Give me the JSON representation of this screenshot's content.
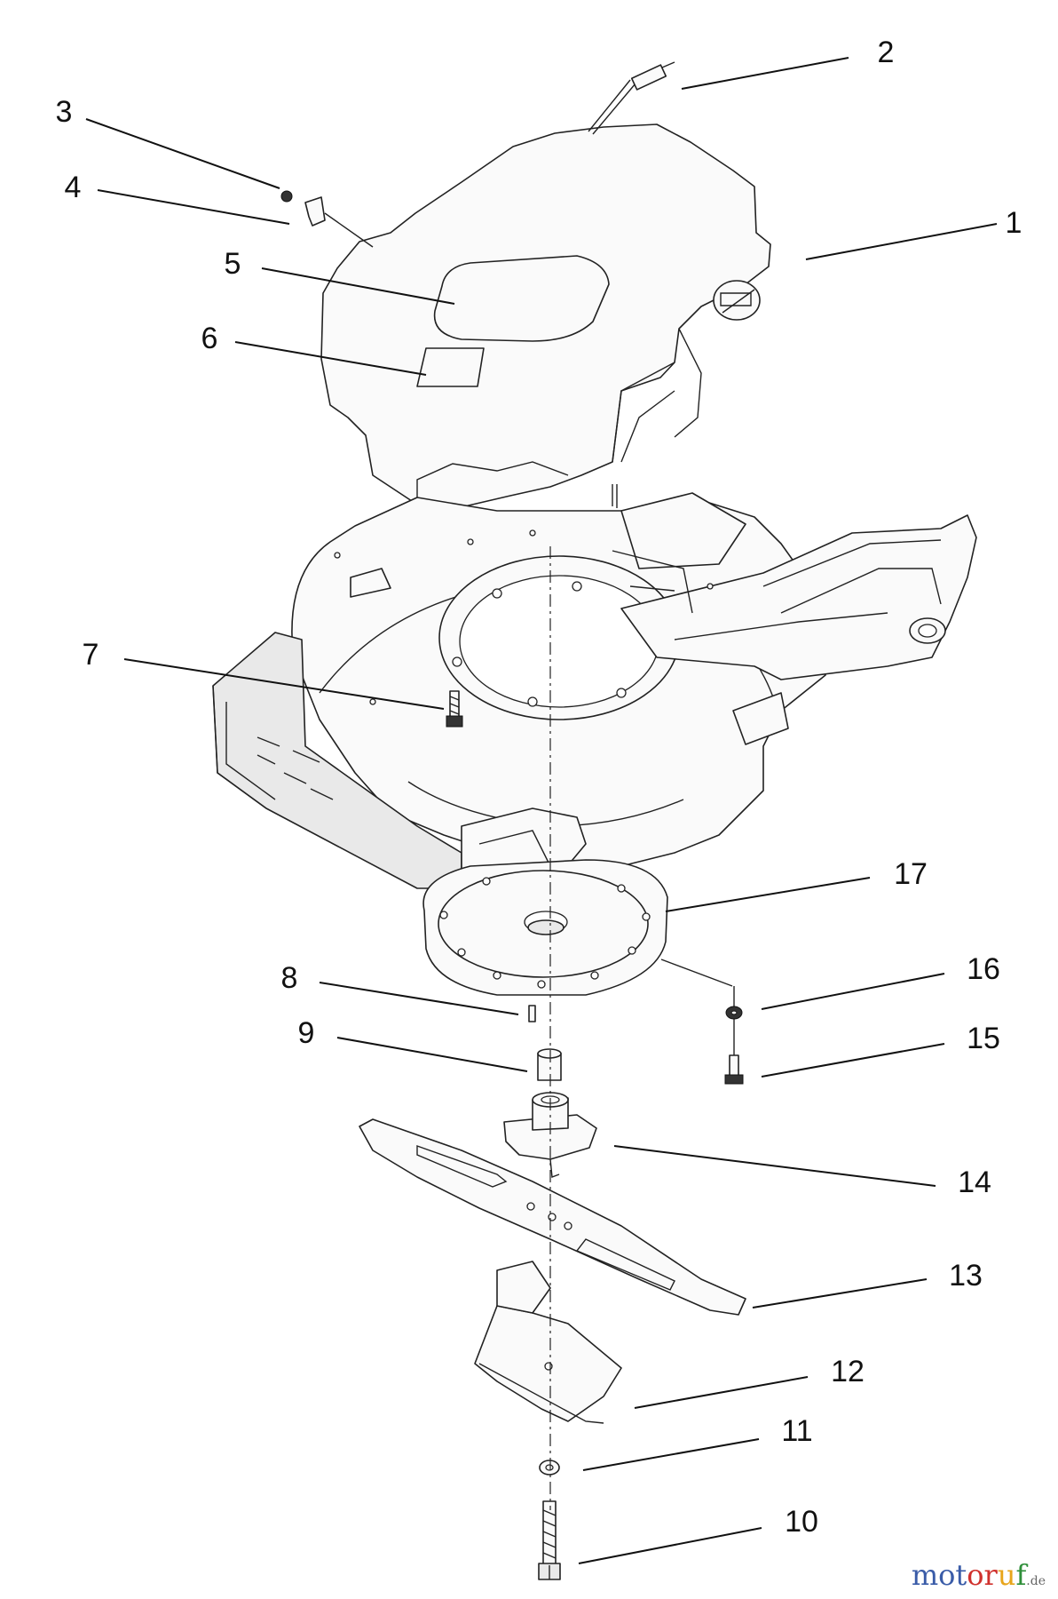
{
  "callouts": [
    {
      "id": "1",
      "text": "1"
    },
    {
      "id": "2",
      "text": "2"
    },
    {
      "id": "3",
      "text": "3"
    },
    {
      "id": "4",
      "text": "4"
    },
    {
      "id": "5",
      "text": "5"
    },
    {
      "id": "6",
      "text": "6"
    },
    {
      "id": "7",
      "text": "7"
    },
    {
      "id": "8",
      "text": "8"
    },
    {
      "id": "9",
      "text": "9"
    },
    {
      "id": "10",
      "text": "10"
    },
    {
      "id": "11",
      "text": "11"
    },
    {
      "id": "12",
      "text": "12"
    },
    {
      "id": "13",
      "text": "13"
    },
    {
      "id": "14",
      "text": "14"
    },
    {
      "id": "15",
      "text": "15"
    },
    {
      "id": "16",
      "text": "16"
    },
    {
      "id": "17",
      "text": "17"
    }
  ],
  "watermark": {
    "part1": "mot",
    "part2": "or",
    "part3": "u",
    "part4": "f",
    "part5": ".de"
  }
}
